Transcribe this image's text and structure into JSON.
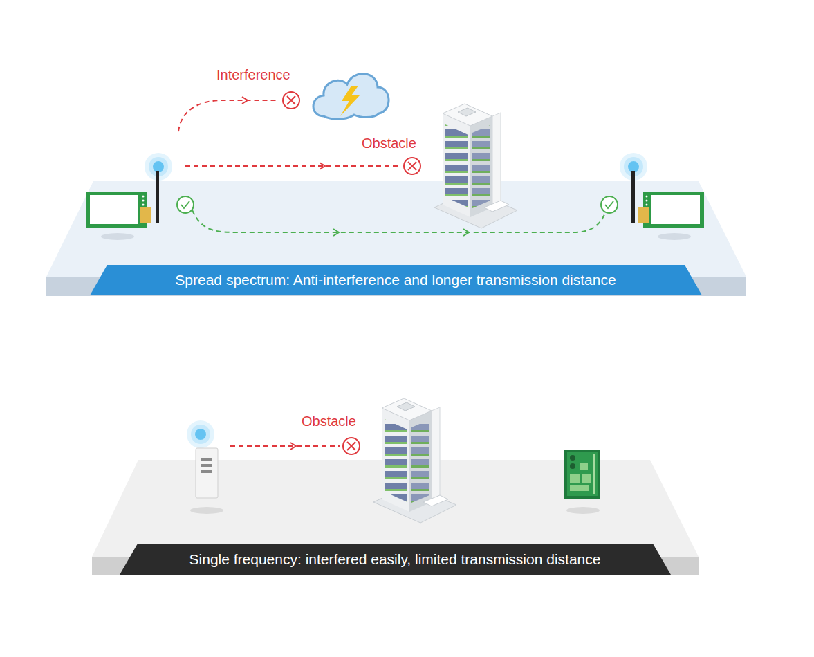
{
  "diagram": {
    "nodes": [
      {
        "text": [
          "Spread spectrum: Anti-interference and longer transmission distance"
        ]
      },
      {
        "text": [
          "Single frequency: interfered easily, limited transmission distance"
        ]
      }
    ],
    "labels": [
      "Interference",
      "Obstacle",
      "Obstacle"
    ]
  }
}
